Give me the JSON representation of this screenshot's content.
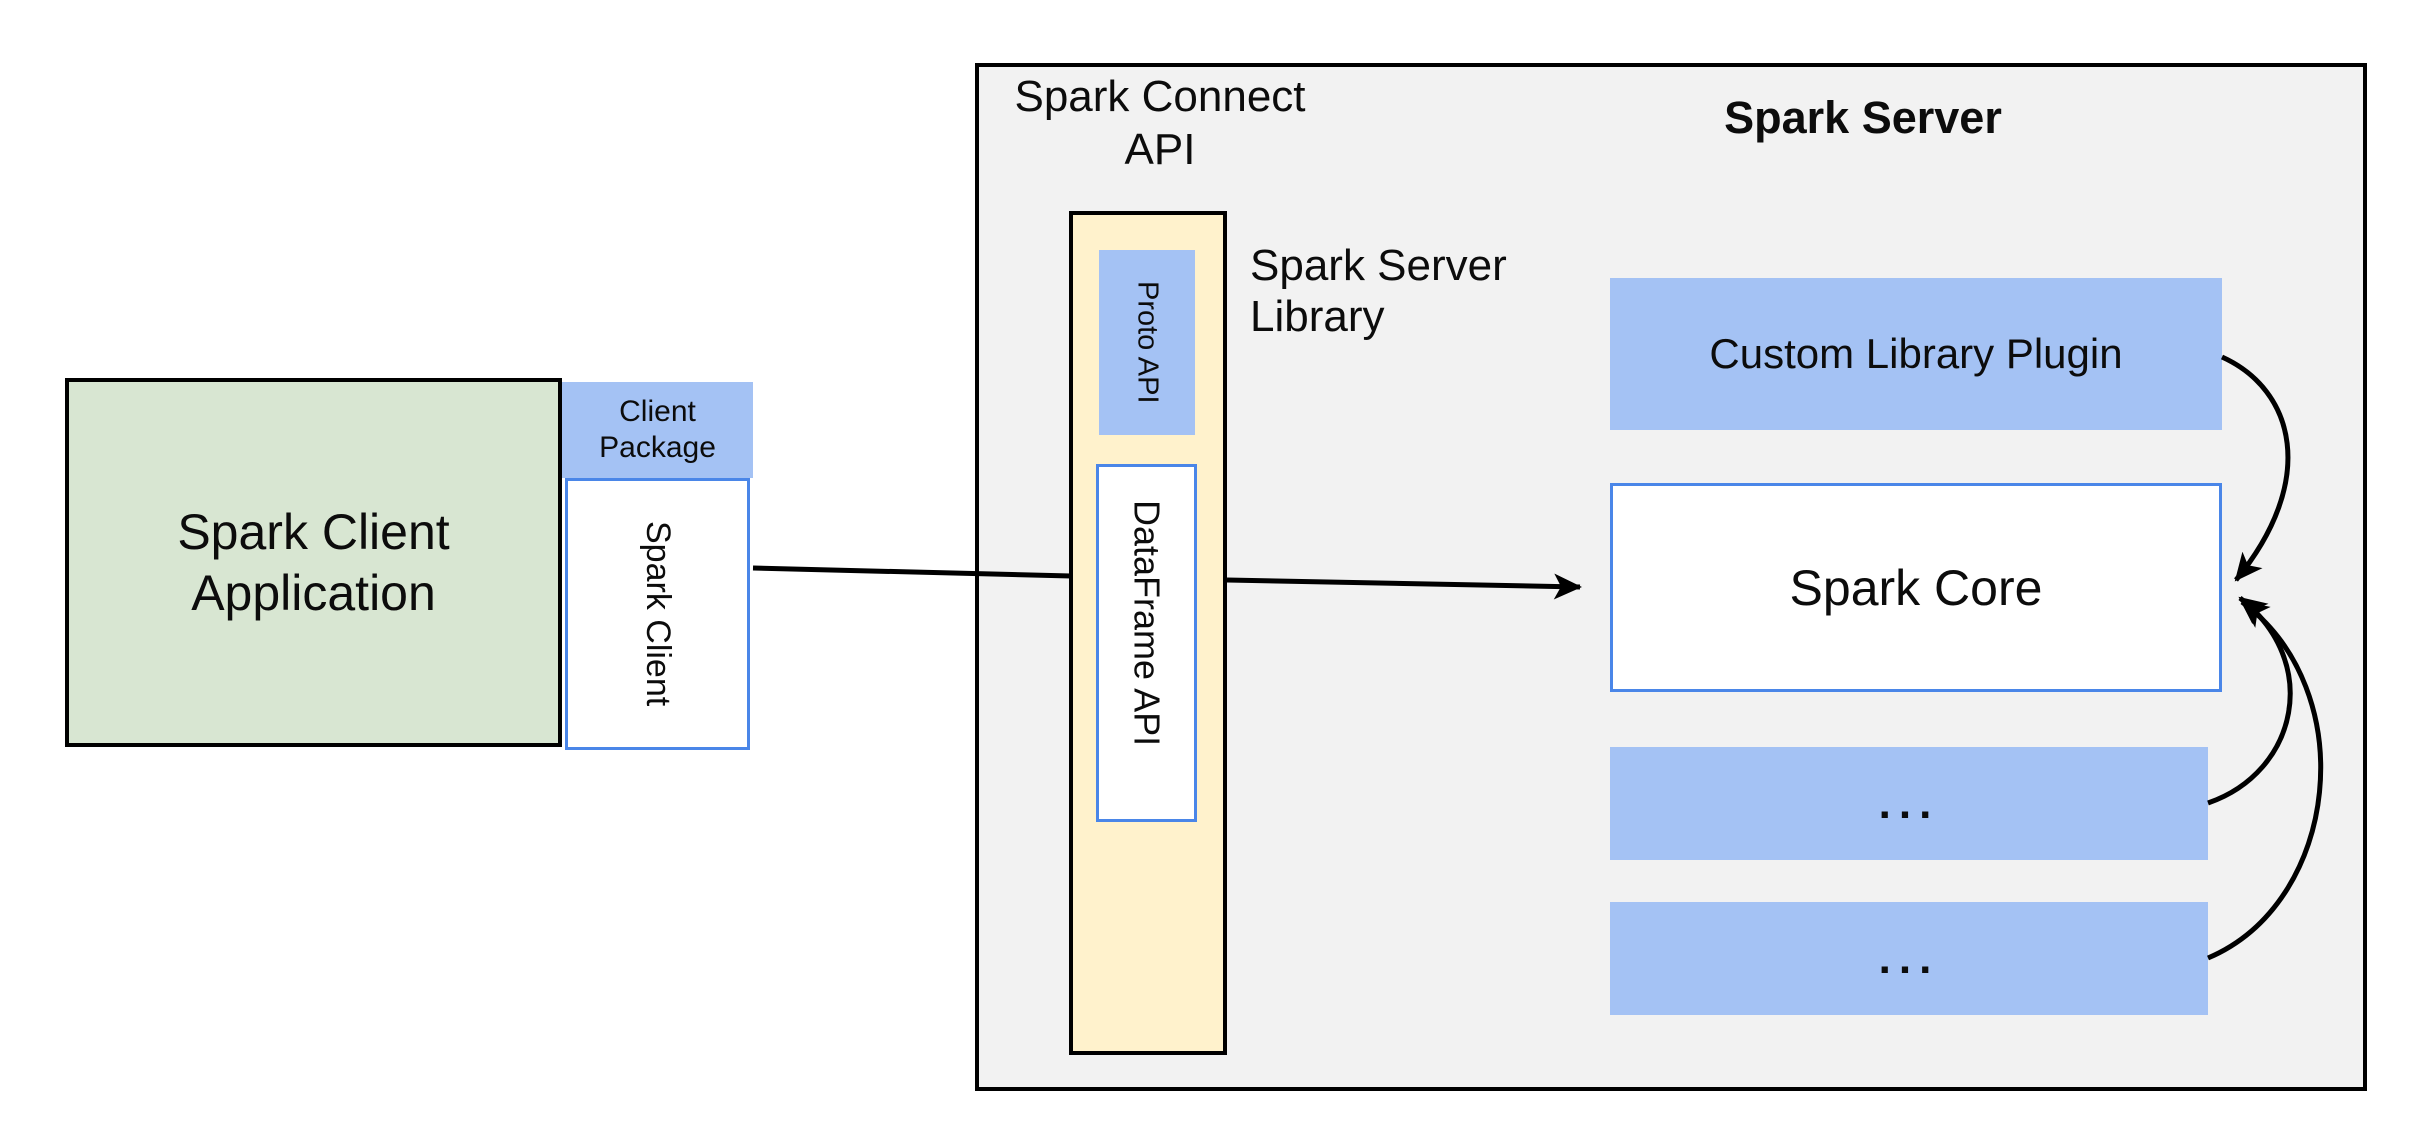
{
  "colors": {
    "gray_fill": "#f2f2f2",
    "green_fill": "#d8e6d2",
    "blue_fill": "#a4c2f4",
    "yellow_fill": "#fff2cc",
    "blue_border": "#4a86e8",
    "line_color": "#000000"
  },
  "client": {
    "app_line1": "Spark Client",
    "app_line2": "Application",
    "package_line1": "Client",
    "package_line2": "Package",
    "spark_client_label": "Spark Client"
  },
  "connect": {
    "api_label_line1": "Spark Connect",
    "api_label_line2": "API",
    "proto_api_label": "Proto API",
    "dataframe_api_label": "DataFrame API",
    "server_library_line1": "Spark Server",
    "server_library_line2": "Library"
  },
  "server": {
    "title": "Spark Server",
    "custom_plugin_label": "Custom Library Plugin",
    "spark_core_label": "Spark Core",
    "ellipsis_1": "...",
    "ellipsis_2": "..."
  }
}
